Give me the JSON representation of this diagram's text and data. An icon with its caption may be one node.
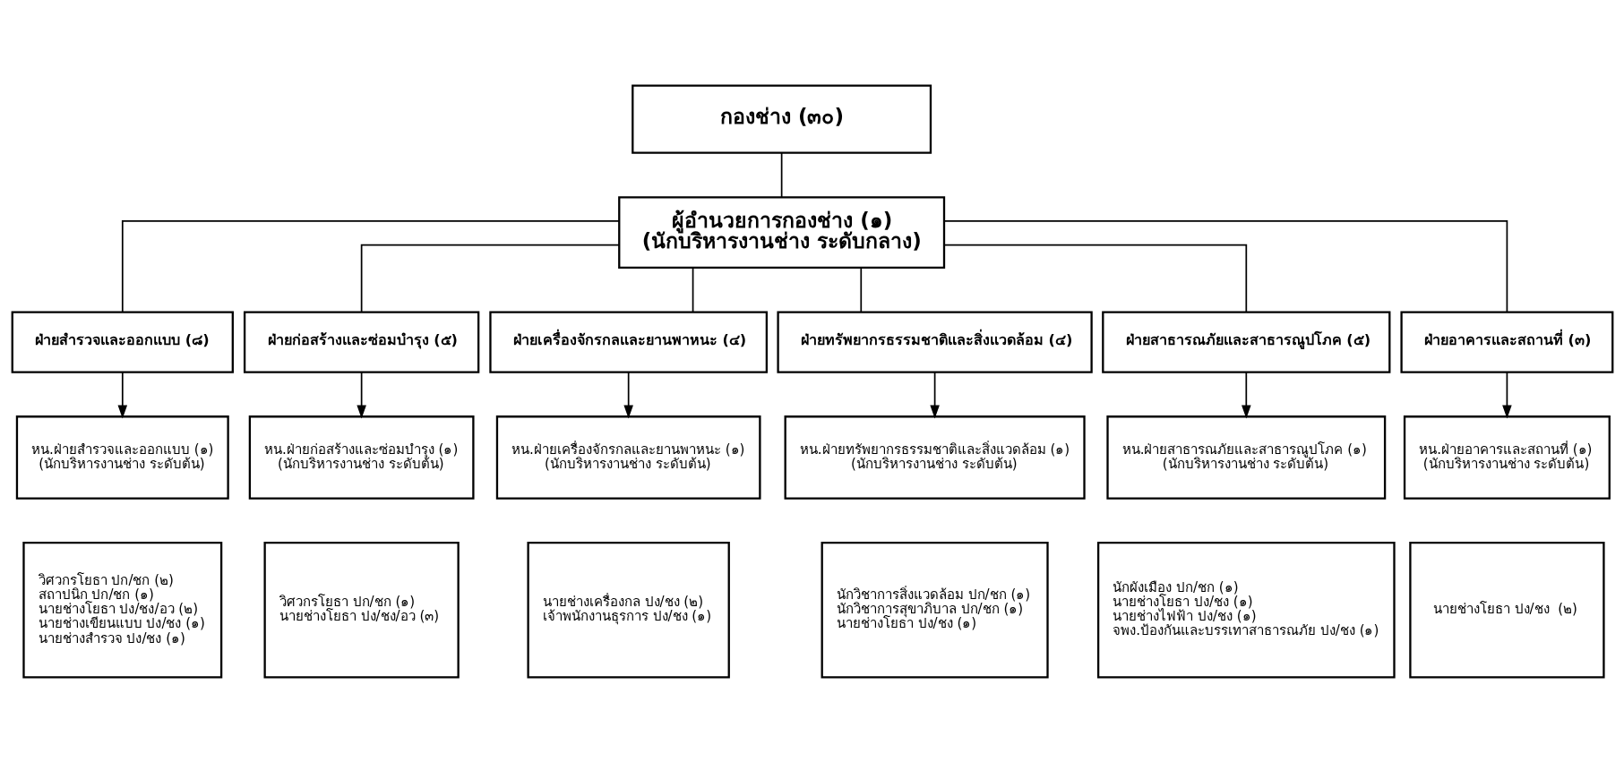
{
  "diagram": {
    "nodes": [
      {
        "text": [
          "กองช่าง (๓๐)"
        ]
      },
      {
        "text": [
          "ผู้อำนวยการกองช่าง (๑)",
          "(นักบริหารงานช่าง ระดับกลาง)"
        ]
      },
      {
        "text": [
          "ฝ่ายสำรวจและออกแบบ (๘)"
        ]
      },
      {
        "text": [
          "ฝ่ายก่อสร้างและซ่อมบำรุง (๕)"
        ]
      },
      {
        "text": [
          "ฝ่ายเครื่องจักรกลและยานพาหนะ (๔)"
        ]
      },
      {
        "text": [
          "ฝ่ายทรัพยากรธรรมชาติและสิ่งแวดล้อม (๔)"
        ]
      },
      {
        "text": [
          "ฝ่ายสาธารณภัยและสาธารณูปโภค (๕)"
        ]
      },
      {
        "text": [
          "ฝ่ายอาคารและสถานที่ (๓)"
        ]
      },
      {
        "text": [
          "หน.ฝ่ายสำรวจและออกแบบ (๑)",
          "(นักบริหารงานช่าง ระดับต้น)"
        ]
      },
      {
        "text": [
          "หน.ฝ่ายก่อสร้างและซ่อมบำรุง (๑)",
          "(นักบริหารงานช่าง ระดับต้น)"
        ]
      },
      {
        "text": [
          "หน.ฝ่ายเครื่องจักรกลและยานพาหนะ (๑)",
          "(นักบริหารงานช่าง ระดับต้น)"
        ]
      },
      {
        "text": [
          "หน.ฝ่ายทรัพยากรธรรมชาติและสิ่งแวดล้อม (๑)",
          "(นักบริหารงานช่าง ระดับต้น)"
        ]
      },
      {
        "text": [
          "หน.ฝ่ายสาธารณภัยและสาธารณูปโภค (๑)",
          "(นักบริหารงานช่าง ระดับต้น)"
        ]
      },
      {
        "text": [
          "หน.ฝ่ายอาคารและสถานที่ (๑)",
          "(นักบริหารงานช่าง ระดับต้น)"
        ]
      },
      {
        "text": [
          "วิศวกรโยธา ปก/ชก (๒)",
          "สถาปนิก ปก/ชก (๑)",
          "นายช่างโยธา ปง/ชง/อว (๒)",
          "นายช่างเขียนแบบ ปง/ชง (๑)",
          "นายช่างสำรวจ ปง/ชง (๑)"
        ]
      },
      {
        "text": [
          "วิศวกรโยธา ปก/ชก (๑)",
          "นายช่างโยธา ปง/ชง/อว (๓)"
        ]
      },
      {
        "text": [
          "นายช่างเครื่องกล ปง/ชง (๒)",
          "เจ้าพนักงานธุรการ ปง/ชง (๑)"
        ]
      },
      {
        "text": [
          "นักวิชาการสิ่งแวดล้อม ปก/ชก (๑)",
          "นักวิชาการสุขาภิบาล ปก/ชก (๑)",
          "นายช่างโยธา ปง/ชง (๑)"
        ]
      },
      {
        "text": [
          "นักผังเมือง ปก/ชก (๑)",
          "นายช่างโยธา ปง/ชง (๑)",
          "นายช่างไฟฟ้า ปง/ชง (๑)",
          "จพง.ป้องกันและบรรเทาสาธารณภัย ปง/ชง (๑)"
        ]
      },
      {
        "text": [
          "นายช่างโยธา ปง/ชง  (๒)"
        ]
      }
    ],
    "edges": [
      {
        "from": 0,
        "to": 1,
        "arrow": "none"
      },
      {
        "from": 1,
        "to": 2,
        "arrow": "none"
      },
      {
        "from": 1,
        "to": 3,
        "arrow": "none"
      },
      {
        "from": 1,
        "to": 4,
        "arrow": "none"
      },
      {
        "from": 1,
        "to": 5,
        "arrow": "none"
      },
      {
        "from": 1,
        "to": 6,
        "arrow": "none"
      },
      {
        "from": 1,
        "to": 7,
        "arrow": "none"
      },
      {
        "from": 2,
        "to": 8,
        "arrow": "to"
      },
      {
        "from": 3,
        "to": 9,
        "arrow": "to"
      },
      {
        "from": 4,
        "to": 10,
        "arrow": "to"
      },
      {
        "from": 5,
        "to": 11,
        "arrow": "to"
      },
      {
        "from": 6,
        "to": 12,
        "arrow": "to"
      },
      {
        "from": 7,
        "to": 13,
        "arrow": "to"
      }
    ]
  }
}
